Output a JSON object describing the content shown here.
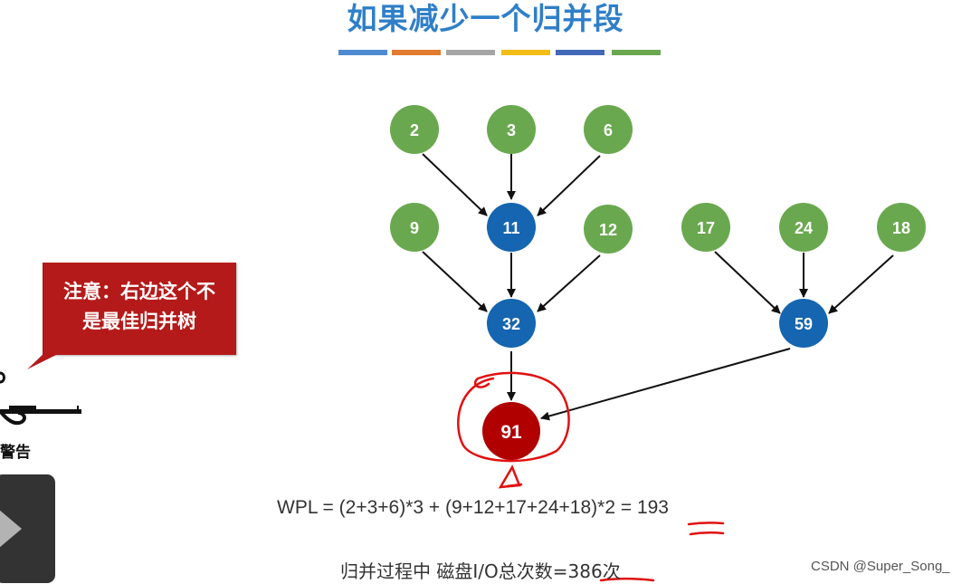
{
  "slide": {
    "title": "如果减少一个归并段",
    "color_bars": [
      "#4f8ad0",
      "#e27b2e",
      "#a5a5a5",
      "#f2bd17",
      "#4468b8",
      "#6aa84f"
    ]
  },
  "tree": {
    "leaf_nodes": [
      "2",
      "3",
      "6",
      "9",
      "12",
      "17",
      "24",
      "18"
    ],
    "merge_nodes": [
      "11",
      "32",
      "59"
    ],
    "root_node": "91",
    "colors": {
      "leaf": "#6aa84f",
      "merge": "#1565b0",
      "root": "#b00000",
      "annotation": "#e11010"
    }
  },
  "callout": {
    "line1": "注意：右边这个不",
    "line2": "是最佳归并树"
  },
  "warning_label": "警告",
  "formula": {
    "wpl_prefix": "WPL = (2+3+6)*3 + (9+12+17+24+18)*2 = ",
    "wpl_value": "193",
    "io_prefix": "归并过程中 磁盘I/O总次数=",
    "io_value": "386",
    "io_suffix": "次"
  },
  "watermark": "CSDN @Super_Song_"
}
